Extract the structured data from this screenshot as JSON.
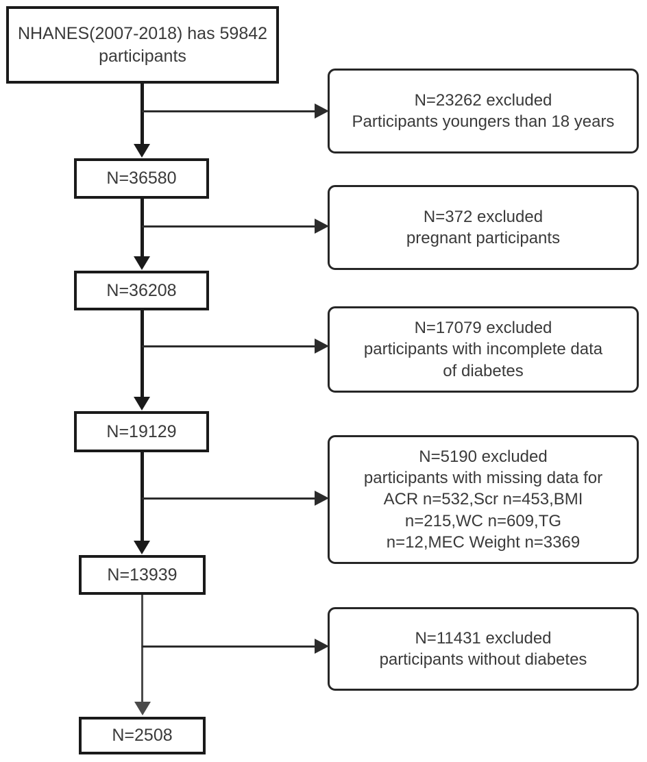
{
  "diagram": {
    "title": "NHANES participant selection flow",
    "colors": {
      "box_border_main": "#1a1a1a",
      "box_border_exclusion": "#262626",
      "connector": "#1a1a1a",
      "connector_light": "#4a4a4a",
      "text": "#3a3a3a",
      "background": "#ffffff"
    },
    "main_nodes": [
      {
        "id": "n0",
        "label": "NHANES(2007-2018) has 59842\nparticipants"
      },
      {
        "id": "n1",
        "label": "N=36580"
      },
      {
        "id": "n2",
        "label": "N=36208"
      },
      {
        "id": "n3",
        "label": "N=19129"
      },
      {
        "id": "n4",
        "label": "N=13939"
      },
      {
        "id": "n5",
        "label": "N=2508"
      }
    ],
    "exclusion_nodes": [
      {
        "id": "e1",
        "label": "N=23262 excluded\nParticipants youngers than 18 years"
      },
      {
        "id": "e2",
        "label": "N=372 excluded\npregnant participants"
      },
      {
        "id": "e3",
        "label": "N=17079 excluded\nparticipants with incomplete data\nof diabetes"
      },
      {
        "id": "e4",
        "label": "N=5190 excluded\nparticipants with missing data for\nACR n=532,Scr n=453,BMI\nn=215,WC n=609,TG\nn=12,MEC Weight n=3369"
      },
      {
        "id": "e5",
        "label": "N=11431 excluded\nparticipants without diabetes"
      }
    ],
    "counts": {
      "initial": 59842,
      "after_age_filter": 36580,
      "after_pregnancy_filter": 36208,
      "after_diabetes_data_filter": 19129,
      "after_missing_data_filter": 13939,
      "final": 2508
    },
    "excluded_counts": {
      "younger_than_18": 23262,
      "pregnant": 372,
      "incomplete_diabetes_data": 17079,
      "missing_covariate_data": 5190,
      "without_diabetes": 11431
    },
    "missing_data_breakdown": [
      {
        "variable": "ACR",
        "n": 532
      },
      {
        "variable": "Scr",
        "n": 453
      },
      {
        "variable": "BMI",
        "n": 215
      },
      {
        "variable": "WC",
        "n": 609
      },
      {
        "variable": "TG",
        "n": 12
      },
      {
        "variable": "MEC Weight",
        "n": 3369
      }
    ]
  }
}
